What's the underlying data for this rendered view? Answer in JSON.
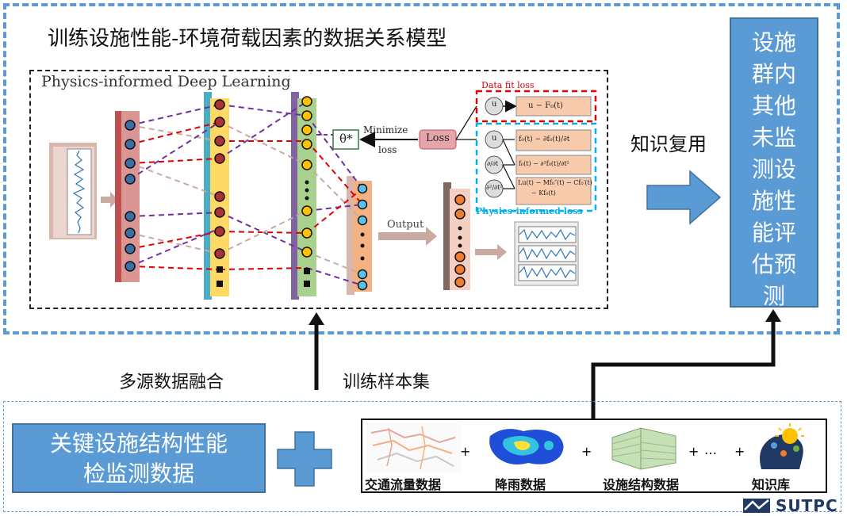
{
  "title": "训练设施性能-环境荷载因素的数据关系模型",
  "network": {
    "title": "Physics-informed Deep Learning",
    "minimize_line1": "Minimize",
    "minimize_line2": "loss",
    "theta_label": "θ*",
    "loss_label": "Loss",
    "output_label": "Output",
    "data_fit_loss_label": "Data fit loss",
    "physics_loss_label": "Physics-informed loss",
    "node_u": "u",
    "node_d1": "∂/∂t",
    "node_d2": "∂²/∂t²",
    "eq_data_fit": "u − F₀(t)",
    "eq_physics_1": "f₀(t) − ∂f₀(t)/∂t",
    "eq_physics_2": "f₀(t) − ∂²f₀(t)/∂t²",
    "eq_physics_3a": "Lu(t) − Mf₀″(t) − Cf₀′(t)",
    "eq_physics_3b": "− Kf₀(t)"
  },
  "reuse_label": "知识复用",
  "right_box_text": "设施群内其他未监测设施性能评估预测",
  "fusion_label": "多源数据融合",
  "samples_label": "训练样本集",
  "key_data_line1": "关键设施结构性能",
  "key_data_line2": "检监测数据",
  "sources": {
    "items": [
      "交通流量数据",
      "降雨数据",
      "设施结构数据",
      "知识库"
    ],
    "plus": "+",
    "ellipsis": "…"
  },
  "brand": "SUTPC",
  "colors": {
    "accent_blue": "#5b9bd5",
    "border_blue": "#41719c",
    "purple_dash": "#7030a0",
    "red_dash": "#e00000",
    "gray_dash": "#c9a9a0"
  }
}
